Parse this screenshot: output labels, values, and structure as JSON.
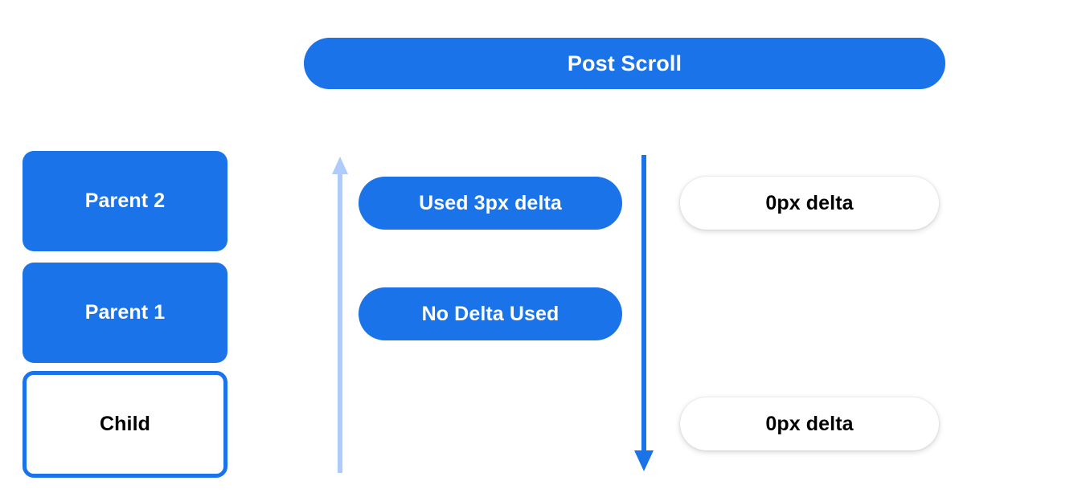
{
  "banner": {
    "label": "Post Scroll",
    "background_color": "#1a73e8",
    "text_color": "#ffffff"
  },
  "colors": {
    "primary_blue": "#1a73e8",
    "light_blue": "#aecbfa",
    "white": "#ffffff",
    "black": "#000000",
    "page_background": "#ffffff"
  },
  "scroll_stack": {
    "boxes": [
      {
        "label": "Parent 2",
        "style": "filled",
        "fill": "#1a73e8",
        "text_color": "#ffffff"
      },
      {
        "label": "Parent 1",
        "style": "filled",
        "fill": "#1a73e8",
        "text_color": "#ffffff"
      },
      {
        "label": "Child",
        "style": "outlined",
        "fill": "#ffffff",
        "border_color": "#1a73e8",
        "text_color": "#000000"
      }
    ]
  },
  "arrows": [
    {
      "name": "bubbling-arrow",
      "direction": "up",
      "color": "#aecbfa"
    },
    {
      "name": "scrolling-arrow",
      "direction": "down",
      "color": "#1a73e8"
    }
  ],
  "consumption_pills": [
    {
      "label": "Used 3px delta",
      "style": "blue"
    },
    {
      "label": "No Delta Used",
      "style": "blue"
    }
  ],
  "delta_pills": [
    {
      "label": "0px delta",
      "style": "white"
    },
    {
      "label": "0px delta",
      "style": "white"
    }
  ]
}
